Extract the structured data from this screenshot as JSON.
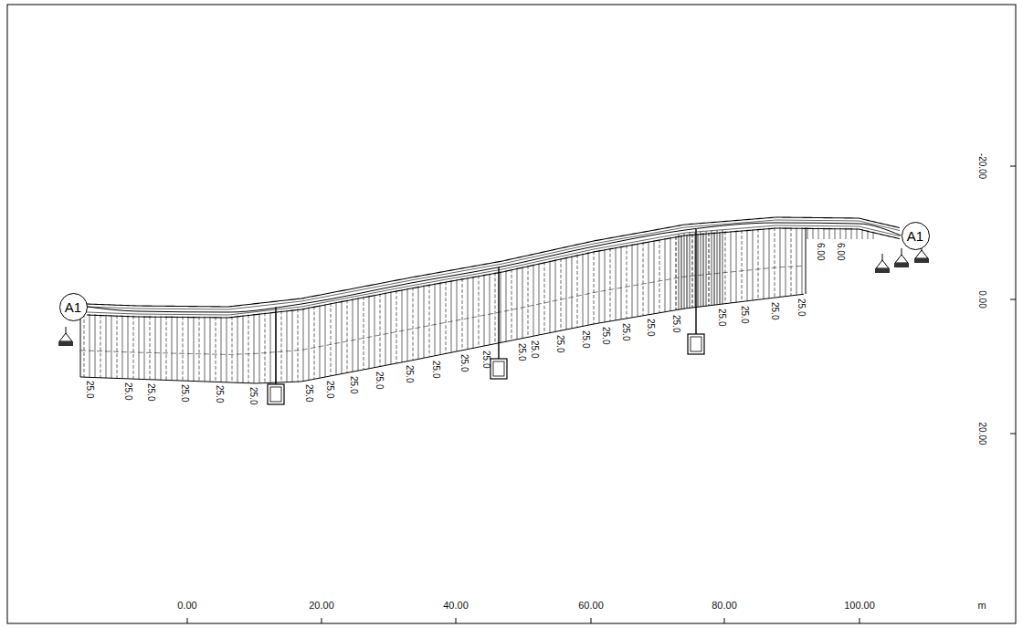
{
  "diagram": {
    "nodes": [
      {
        "text": [
          "A1"
        ]
      },
      {
        "text": [
          "A1"
        ]
      }
    ],
    "edges": [
      {
        "from": 0,
        "to": 1,
        "arrow": "none"
      }
    ],
    "labels": [
      "-20.00",
      "0.00",
      "20.00",
      "25.0",
      "25.0",
      "25.0",
      "25.0",
      "25.0",
      "25.0",
      "25.0",
      "25.0",
      "25.0",
      "25.0",
      "25.0",
      "25.0",
      "25.0",
      "25.0",
      "25.0",
      "25.0",
      "25.0",
      "25.0",
      "25.0",
      "25.0",
      "25.0",
      "25.0",
      "25.0",
      "25.0",
      "25.0",
      "25.0",
      "6.00",
      "6.00",
      "0.00",
      "20.00",
      "40.00",
      "60.00",
      "80.00",
      "100.00",
      "m"
    ]
  }
}
